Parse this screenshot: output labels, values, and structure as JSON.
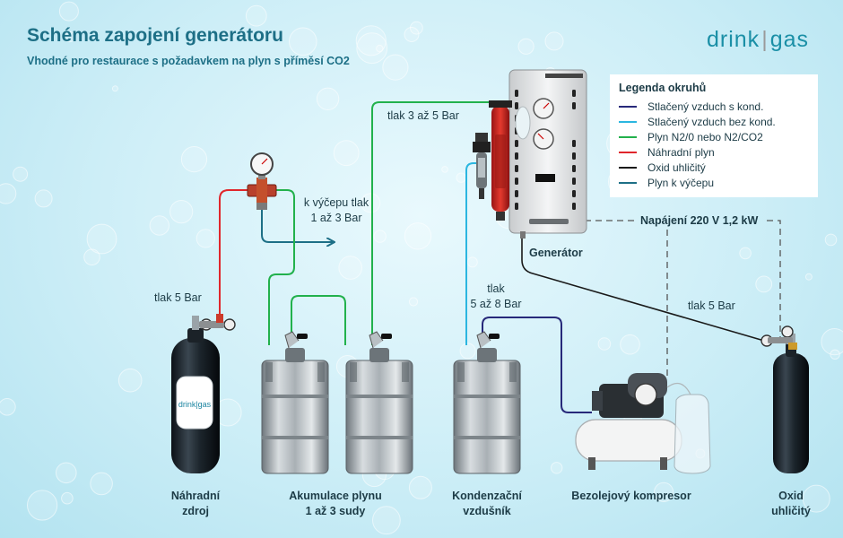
{
  "header": {
    "title": "Schéma zapojení generátoru",
    "subtitle": "Vhodné pro restaurace s požadavkem na plyn s příměsí CO2"
  },
  "brand": {
    "name_left": "drink",
    "name_right": "gas",
    "separator": "|",
    "color": "#1a8fa6"
  },
  "legend": {
    "title": "Legenda okruhů",
    "items": [
      {
        "label": "Stlačený vzduch s kond.",
        "color": "#27297a"
      },
      {
        "label": "Stlačený vzduch bez kond.",
        "color": "#2bb6e0"
      },
      {
        "label": "Plyn N2/0 nebo N2/CO2",
        "color": "#22b14c"
      },
      {
        "label": "Náhradní plyn",
        "color": "#e0262c"
      },
      {
        "label": "Oxid uhličitý",
        "color": "#1a1a1a"
      },
      {
        "label": "Plyn k výčepu",
        "color": "#1d6f86"
      }
    ]
  },
  "labels": {
    "pressure_5_left": "tlak 5 Bar",
    "to_tap_line1": "k výčepu tlak",
    "to_tap_line2": "1 až 3 Bar",
    "pressure_3_5": "tlak 3 až 5 Bar",
    "pressure_5_8_line1": "tlak",
    "pressure_5_8_line2": "5 až 8 Bar",
    "power": "Napájení 220 V 1,2 kW",
    "pressure_5_right": "tlak 5 Bar",
    "generator": "Generátor",
    "cylinder_brand": "drink|gas"
  },
  "captions": {
    "backup_line1": "Náhradní",
    "backup_line2": "zdroj",
    "accum_line1": "Akumulace plynu",
    "accum_line2": "1 až 3 sudy",
    "condenser_line1": "Kondenzační",
    "condenser_line2": "vzdušník",
    "compressor": "Bezolejový kompresor",
    "co2_line1": "Oxid",
    "co2_line2": "uhličitý"
  }
}
